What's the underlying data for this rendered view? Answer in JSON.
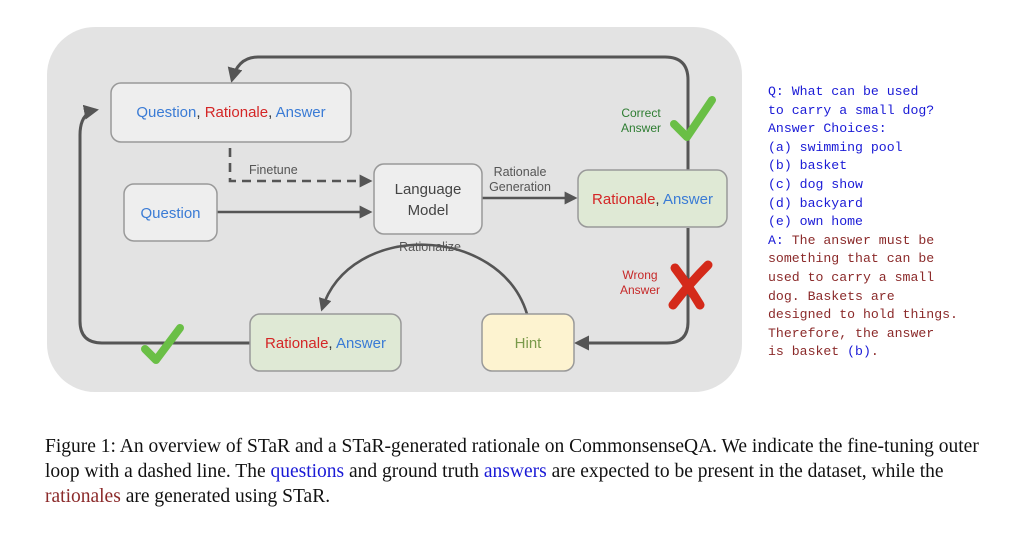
{
  "colors": {
    "question": "#3a7bd5",
    "rationale": "#d42626",
    "correct_green": "#2e7d32",
    "wrong_red": "#c62828",
    "background_panel": "#e3e3e3",
    "box_gray": "#eeeeee",
    "box_green": "#dfe9d5",
    "box_yellow": "#fdf3d0",
    "check_icon": "#6abf46",
    "cross_icon": "#d42a1a"
  },
  "diagram": {
    "top_box": {
      "question": "Question",
      "sep1": ", ",
      "rationale": "Rationale",
      "sep2": ", ",
      "answer": "Answer"
    },
    "question_box": {
      "label": "Question"
    },
    "model_box": {
      "line1": "Language",
      "line2": "Model"
    },
    "output_box": {
      "rationale": "Rationale",
      "sep": ", ",
      "answer": "Answer"
    },
    "hint_box": {
      "label": "Hint"
    },
    "bottom_box": {
      "rationale": "Rationale",
      "sep": ", ",
      "answer": "Answer"
    },
    "edges": {
      "finetune": "Finetune",
      "rationale_gen_1": "Rationale",
      "rationale_gen_2": "Generation",
      "rationalize": "Rationalize",
      "correct_1": "Correct",
      "correct_2": "Answer",
      "wrong_1": "Wrong",
      "wrong_2": "Answer"
    },
    "icons": [
      "check-icon",
      "cross-icon",
      "check-icon"
    ]
  },
  "example": {
    "question_lines": [
      "Q: What can be used",
      "to carry a small dog?",
      "Answer Choices:",
      "(a) swimming pool",
      "(b) basket",
      "(c) dog show",
      "(d) backyard",
      "(e) own home"
    ],
    "answer_label": "A:",
    "answer_line1_rest": " The answer must be",
    "answer_lines": [
      "something that can be",
      "used to carry a small",
      "dog. Baskets are",
      "designed to hold things.",
      "Therefore, the answer"
    ],
    "answer_last_prefix": "is basket ",
    "answer_last_choice": "(b)",
    "answer_last_suffix": "."
  },
  "caption": {
    "part1": "Figure 1: An overview of STaR and a STaR-generated rationale on CommonsenseQA. We indicate the fine-tuning outer loop with a dashed line. The ",
    "questions": "questions",
    "part2": " and ground truth ",
    "answers": "answers",
    "part3": " are expected to be present in the dataset, while the ",
    "rationales": "rationales",
    "part4": " are generated using STaR."
  }
}
